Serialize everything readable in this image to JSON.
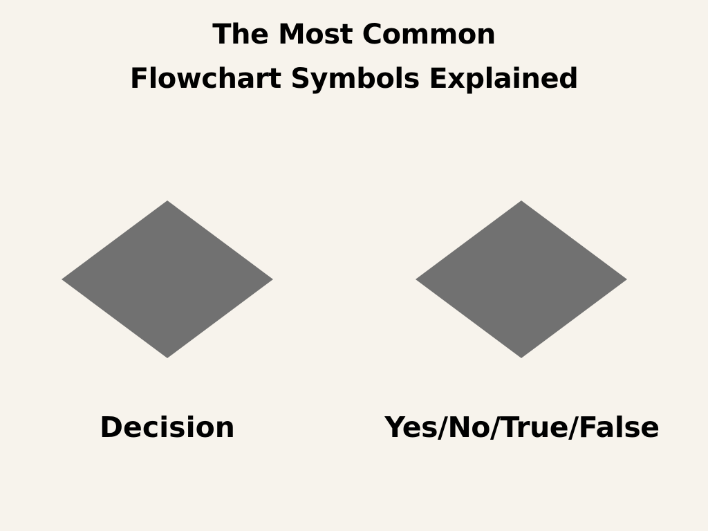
{
  "title": {
    "line1": "The Most Common",
    "line2": "Flowchart Symbols Explained"
  },
  "colors": {
    "background": "#f7f3ec",
    "shape_fill": "#717171",
    "text": "#000000"
  },
  "symbols": [
    {
      "shape": "diamond",
      "label": "Decision"
    },
    {
      "shape": "diamond",
      "label": "Yes/No/True/False"
    }
  ]
}
